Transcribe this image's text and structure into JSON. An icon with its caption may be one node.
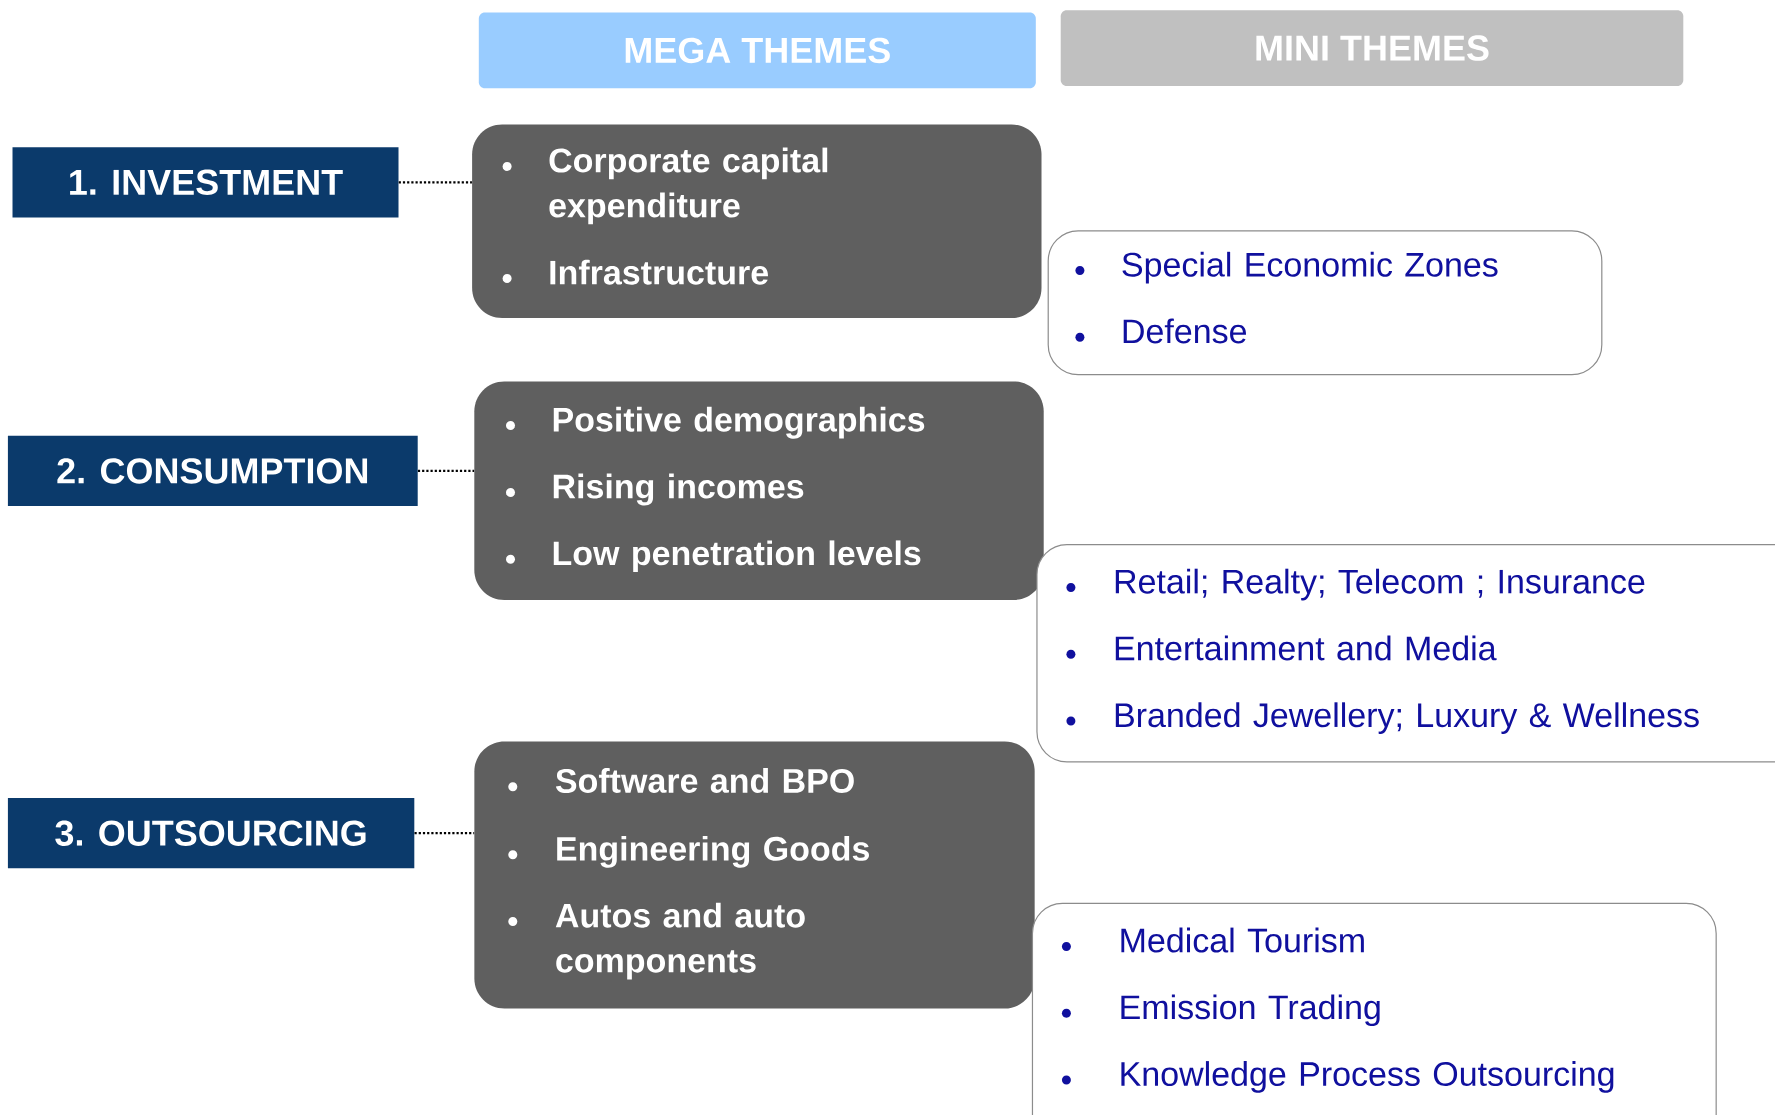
{
  "diagram": {
    "nodes": [
      {
        "text": [
          "MEGA THEMES"
        ]
      },
      {
        "text": [
          "MINI THEMES"
        ]
      },
      {
        "text": [
          "1. INVESTMENT"
        ]
      },
      {
        "text": [
          "Corporate capital expenditure",
          "Infrastructure"
        ]
      },
      {
        "text": [
          "Special Economic Zones",
          "Defense"
        ]
      },
      {
        "text": [
          "2. CONSUMPTION"
        ]
      },
      {
        "text": [
          "Positive demographics",
          "Rising incomes",
          "Low penetration levels"
        ]
      },
      {
        "text": [
          "Retail; Realty; Telecom ; Insurance",
          "Entertainment and Media",
          "Branded Jewellery; Luxury & Wellness"
        ]
      },
      {
        "text": [
          "3. OUTSOURCING"
        ]
      },
      {
        "text": [
          "Software and BPO",
          "Engineering Goods",
          "Autos and auto components"
        ]
      },
      {
        "text": [
          "Medical Tourism",
          "Emission Trading",
          "Knowledge Process Outsourcing"
        ]
      }
    ],
    "edges": [
      {
        "from": 2,
        "to": 3,
        "arrow": "none",
        "style": "dashed"
      },
      {
        "from": 5,
        "to": 6,
        "arrow": "none",
        "style": "dashed"
      },
      {
        "from": 8,
        "to": 9,
        "arrow": "none",
        "style": "dashed"
      }
    ]
  }
}
